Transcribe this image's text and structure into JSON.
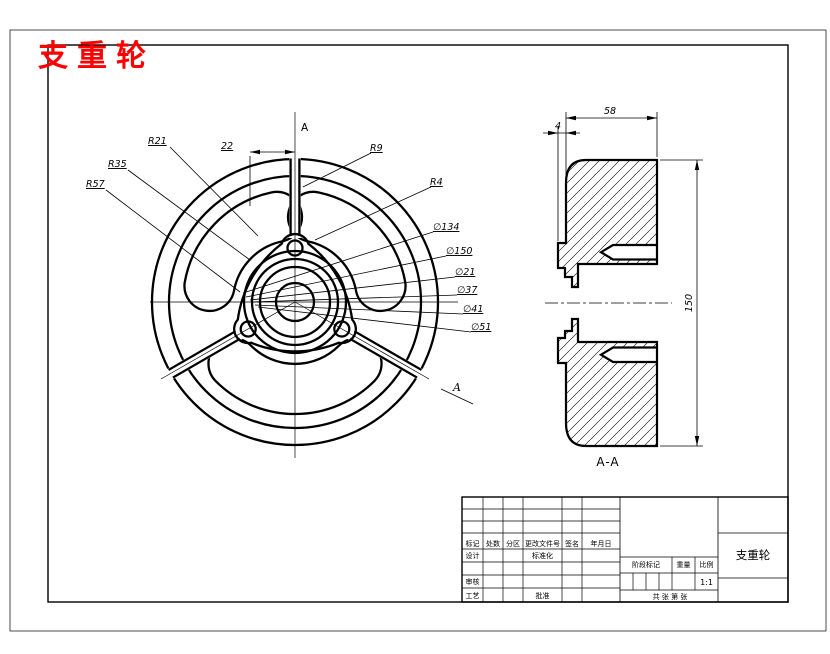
{
  "title": "支重轮",
  "fv": {
    "r21": "R21",
    "r35": "R35",
    "r57": "R57",
    "r9": "R9",
    "r4": "R4",
    "dim22": "22",
    "a_top": "A",
    "a_bot": "A",
    "d1": "∅134",
    "d2": "∅150",
    "d3": "∅21",
    "d4": "∅37",
    "d5": "∅41",
    "d6": "∅51"
  },
  "sv": {
    "w": "58",
    "step": "4",
    "h": "150",
    "label": "A-A"
  },
  "tb": {
    "h1": "标记",
    "h2": "处数",
    "h3": "分区",
    "h4": "更改文件号",
    "h5": "签名",
    "h6": "年月日",
    "design": "设计",
    "standard": "标准化",
    "check": "审核",
    "process": "工艺",
    "approve": "批准",
    "stage": "阶段标记",
    "weight": "重量",
    "scale": "比例",
    "scale_val": "1:1",
    "sheets": "共  张 第  张",
    "name": "支重轮"
  }
}
